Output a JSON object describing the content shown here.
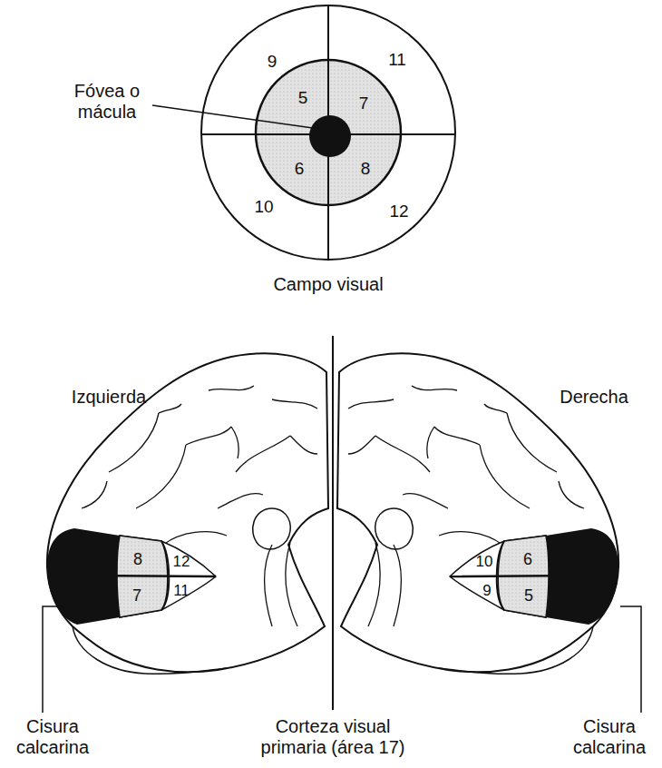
{
  "diagram": {
    "labels": [
      "9",
      "11",
      "Fóvea o mácula",
      "5",
      "7",
      "6",
      "8",
      "10",
      "12",
      "Campo visual",
      "Izquierda",
      "Derecha",
      "8",
      "12",
      "7",
      "11",
      "10",
      "6",
      "9",
      "5",
      "Cisura calcarina",
      "Corteza visual primaria (área 17)",
      "Cisura calcarina"
    ]
  }
}
